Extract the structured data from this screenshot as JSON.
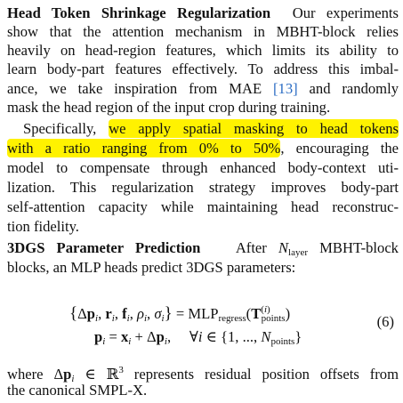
{
  "p1": {
    "heading": "Head Token Shrinkage Regularization",
    "l1_rest": "Our experiments",
    "l2": "show that the attention mechanism in MBHT-block relies",
    "l3": "heavily on head-region features, which limits its ability to",
    "l4": "learn body-part features effectively. To address this imbal-",
    "l5_a": "ance, we take inspiration from MAE ",
    "l5_cite": "[13]",
    "l5_b": " and randomly",
    "l6": "mask the head region of the input crop during training."
  },
  "p2": {
    "l1_a": "Specifically, ",
    "l1_hl": "we apply spatial masking to head tokens",
    "l2_hl": "with a ratio ranging from 0% to 50%",
    "l2_b": ", encouraging the",
    "l3": "model to compensate through enhanced body-context uti-",
    "l4": "lization.  This regularization strategy improves body-part",
    "l5": "self-attention capacity while maintaining head reconstruc-",
    "l6": "tion fidelity."
  },
  "p3": {
    "heading": "3DGS Parameter Prediction",
    "l1_a": "After ",
    "n_sym": "N",
    "n_sub": "layer",
    "l1_b": " MBHT-block",
    "l2": "blocks, an MLP heads predict 3DGS parameters:"
  },
  "eq": {
    "row1_lhs": "{Δp_i, r_i, f_i, ρ_i, σ_i} = MLP_regress(T_points^(i))",
    "row2": "p_i = x_i + Δp_i,   ∀i ∈ {1, ..., N_points}",
    "number": "(6)"
  },
  "p4": {
    "l1_a": "where ",
    "l1_b": " represents residual position offsets from",
    "l2": "the canonical SMPL-X."
  }
}
